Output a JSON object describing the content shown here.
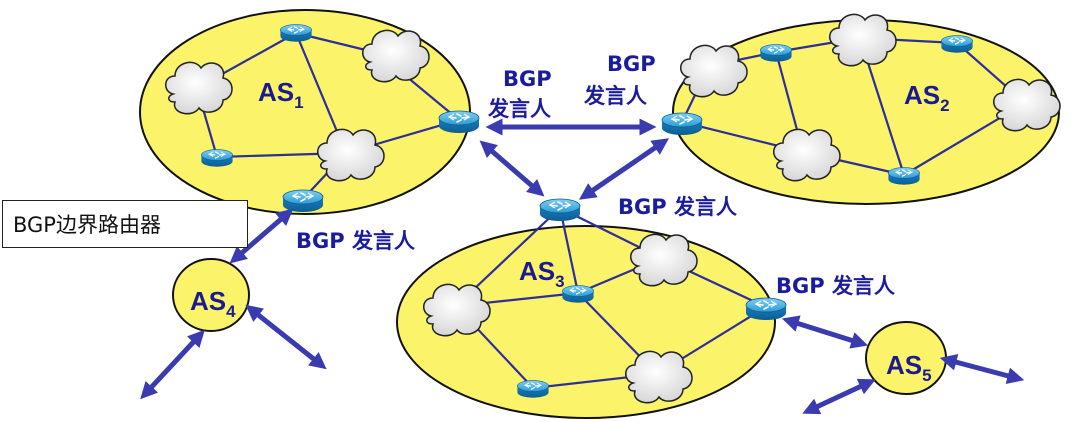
{
  "autonomous_systems": [
    {
      "id": "as1",
      "name": "AS",
      "sub": "1"
    },
    {
      "id": "as2",
      "name": "AS",
      "sub": "2"
    },
    {
      "id": "as3",
      "name": "AS",
      "sub": "3"
    },
    {
      "id": "as4",
      "name": "AS",
      "sub": "4"
    },
    {
      "id": "as5",
      "name": "AS",
      "sub": "5"
    }
  ],
  "speaker_labels": {
    "as1_speaker_line1": "BGP",
    "as1_speaker_line2": "发言人",
    "as2_speaker_line1": "BGP",
    "as2_speaker_line2": "发言人",
    "as3_top_speaker": "BGP 发言人",
    "as1_border_speaker": "BGP 发言人",
    "as3_right_speaker": "BGP 发言人"
  },
  "legend": {
    "text": "BGP边界路由器"
  },
  "colors": {
    "ellipse_fill": "#fbf46a",
    "ellipse_stroke": "#111111",
    "link": "#2e2e9a",
    "arrow": "#3b3bb0",
    "router": "#1f93d2",
    "text": "#1b1b9e"
  },
  "icons": {
    "router": "router-icon",
    "cloud": "network-cloud-icon"
  }
}
